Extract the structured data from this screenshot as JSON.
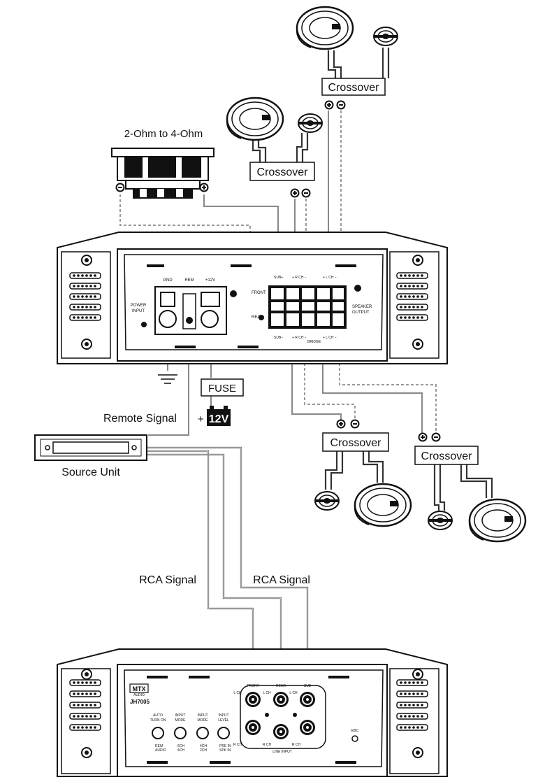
{
  "labels": {
    "subwoofer_impedance": "2-Ohm to 4-Ohm",
    "crossover": "Crossover",
    "fuse": "FUSE",
    "battery_plus": "+",
    "battery": "12V",
    "remote_signal": "Remote Signal",
    "source_unit": "Source Unit",
    "rca_signal_left": "RCA Signal",
    "rca_signal_right": "RCA Signal"
  },
  "amp_top": {
    "gnd": "GND",
    "rem": "REM",
    "plus12v": "+12V",
    "power_input_1": "POWER",
    "power_input_2": "INPUT",
    "front": "FRONT",
    "rear": "REAR",
    "speaker_output_1": "SPEAKER",
    "speaker_output_2": "OUTPUT",
    "top_sub": "SUB+",
    "top_rch": "+  R CH  −",
    "top_lch": "+  L CH  −",
    "bot_sub": "SUB−",
    "bot_rch": "+  R CH  −",
    "bot_bridge": "BRIDGE",
    "bot_lch": "+  L CH  −"
  },
  "amp_bottom": {
    "brand": "MTX",
    "brand_sub": "AUDIO",
    "model": "JH7005",
    "auto_turn_on_1": "AUTO",
    "auto_turn_on_2": "TURN ON",
    "input_mode_1": "INPUT",
    "input_mode_2": "MODE",
    "input_mode2_1": "INPUT",
    "input_mode2_2": "MODE",
    "input_level_1": "INPUT",
    "input_level_2": "LEVEL",
    "opt_rem": "REM",
    "opt_audio": "AUDIO",
    "opt_6ch": "6CH",
    "opt_4ch": "4CH",
    "opt_4ch_b": "4CH",
    "opt_2ch": "2CH",
    "opt_prein": "PRE IN",
    "opt_spkin": "SPK IN",
    "front": "FRONT",
    "rear": "REAR",
    "sub": "SUB",
    "lch1": "L CH",
    "lch2": "L CH",
    "lch3": "L CH",
    "rch1": "R CH",
    "rch2": "R CH",
    "rch3": "R CH",
    "line_input": "LINE INPUT",
    "ebc": "EBC"
  }
}
